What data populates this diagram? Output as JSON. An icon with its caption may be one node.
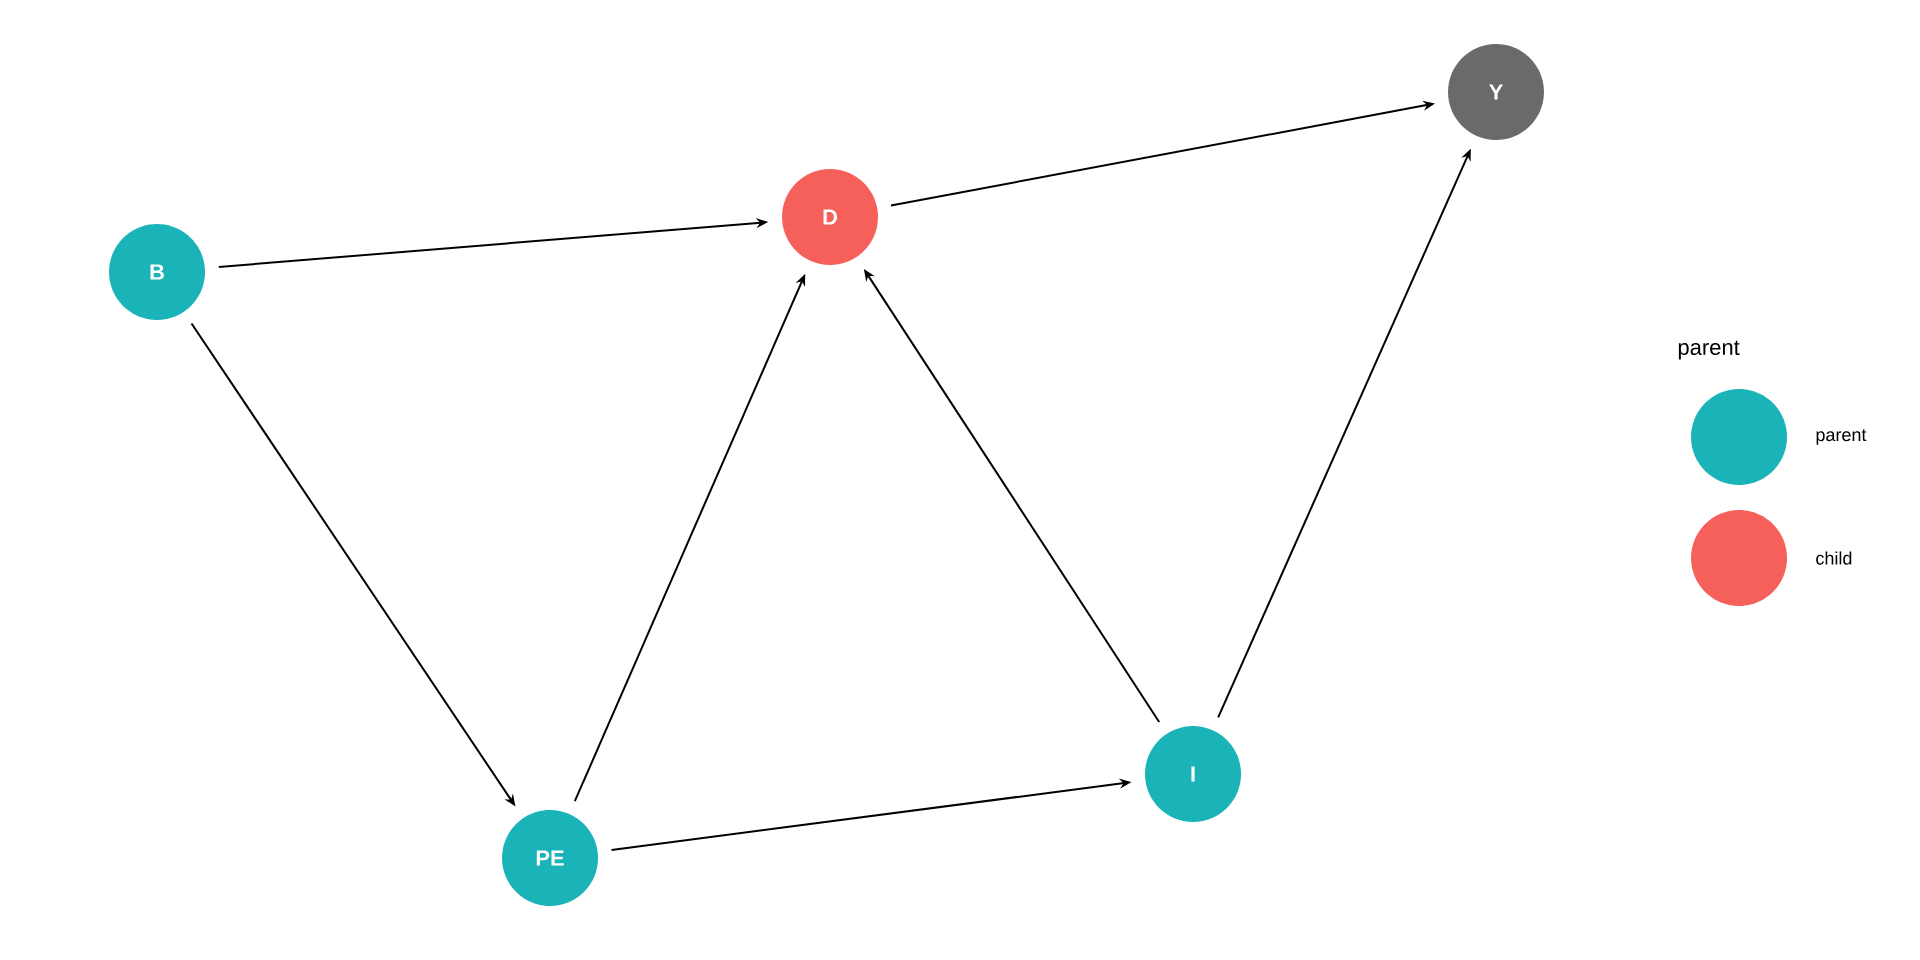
{
  "diagram": {
    "nodes": [
      {
        "text": [
          "B"
        ]
      },
      {
        "text": [
          "D"
        ]
      },
      {
        "text": [
          "Y"
        ]
      },
      {
        "text": [
          "PE"
        ]
      },
      {
        "text": [
          "I"
        ]
      }
    ],
    "edges": [
      {
        "from": 0,
        "to": 1,
        "arrow": "to"
      },
      {
        "from": 0,
        "to": 3,
        "arrow": "to"
      },
      {
        "from": 1,
        "to": 2,
        "arrow": "to"
      },
      {
        "from": 3,
        "to": 1,
        "arrow": "to"
      },
      {
        "from": 3,
        "to": 4,
        "arrow": "to"
      },
      {
        "from": 4,
        "to": 1,
        "arrow": "to"
      },
      {
        "from": 4,
        "to": 2,
        "arrow": "to"
      }
    ],
    "labels": [
      "parent"
    ],
    "legend": [
      {
        "text": "parent",
        "color": "#1ab4b8"
      },
      {
        "text": "child",
        "color": "#f5605b"
      }
    ]
  }
}
